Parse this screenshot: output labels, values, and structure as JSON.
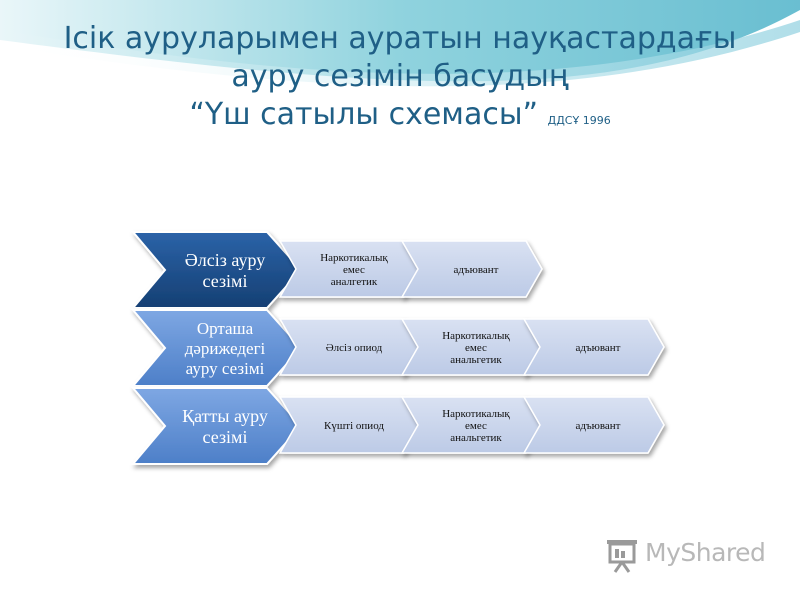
{
  "title": {
    "line1": "Ісік ауруларымен ауратын науқастардағы",
    "line2": "ауру сезімін басудың",
    "line3": "“Үш сатылы схемасы”",
    "note": "ДДСҰ 1996"
  },
  "steps": [
    {
      "head_lines": [
        "Әлсіз ауру",
        "сезімі"
      ],
      "items": [
        [
          "Наркотикалық",
          "емес",
          "аналгетик"
        ],
        [
          "адъювант"
        ]
      ]
    },
    {
      "head_lines": [
        "Орташа",
        "дәрижедегі",
        "ауру сезімі"
      ],
      "items": [
        [
          "Әлсіз опиод"
        ],
        [
          "Наркотикалық",
          "емес",
          "анальгетик"
        ],
        [
          "адъювант"
        ]
      ]
    },
    {
      "head_lines": [
        "Қатты ауру",
        "сезімі"
      ],
      "items": [
        [
          "Күшті опиод"
        ],
        [
          "Наркотикалық",
          "емес",
          "анальгетик"
        ],
        [
          "адъювант"
        ]
      ]
    }
  ],
  "colors": {
    "title": "#1f5f86",
    "head_dark": "#1e4f8c",
    "head_light": "#5f8fd4",
    "item_fill": "#c8d3ea",
    "item_border": "#ffffff"
  },
  "logo": {
    "text": "MyShared",
    "icon": "projector-screen-icon"
  }
}
